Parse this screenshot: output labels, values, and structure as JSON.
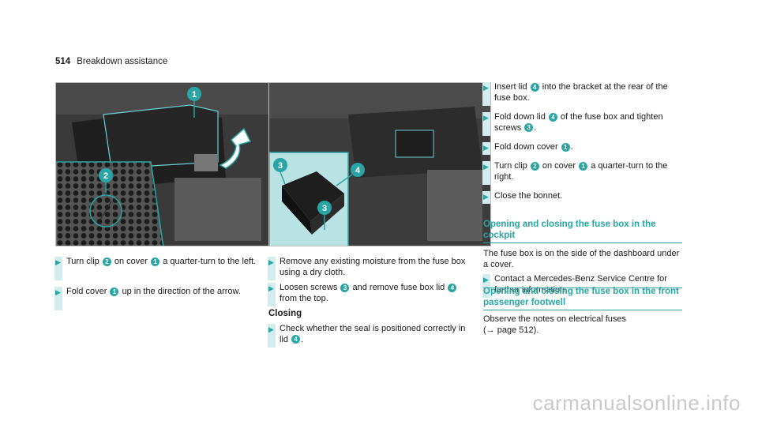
{
  "header": {
    "page_number": "514",
    "title": "Breakdown assistance"
  },
  "col1": {
    "step1": {
      "a": "Turn clip ",
      "n1": "2",
      "b": " on cover ",
      "n2": "1",
      "c": " a quarter-turn to the left."
    },
    "step2": {
      "a": "Fold cover ",
      "n1": "1",
      "b": " up in the direction of the arrow."
    }
  },
  "col2": {
    "step1": {
      "a": "Remove any existing moisture from the fuse box using a dry cloth."
    },
    "step2": {
      "a": "Loosen screws ",
      "n1": "3",
      "b": " and remove fuse box lid ",
      "n2": "4",
      "c": " from the top."
    },
    "closing_heading": "Closing",
    "step3": {
      "a": "Check whether the seal is positioned correctly in lid ",
      "n1": "4",
      "b": "."
    }
  },
  "col3": {
    "step1": {
      "a": "Insert lid ",
      "n1": "4",
      "b": " into the bracket at the rear of the fuse box."
    },
    "step2": {
      "a": "Fold down lid ",
      "n1": "4",
      "b": " of the fuse box and tighten screws ",
      "n2": "3",
      "c": "."
    },
    "step3": {
      "a": "Fold down cover ",
      "n1": "1",
      "b": "."
    },
    "step4": {
      "a": "Turn clip ",
      "n1": "2",
      "b": " on cover ",
      "n2": "1",
      "c": " a quarter-turn to the right."
    },
    "step5": {
      "a": "Close the bonnet."
    },
    "section1": {
      "heading": "Opening and closing the fuse box in the cockpit",
      "body": "The fuse box is on the side of the dashboard under a cover.",
      "step": {
        "a": "Contact a Mercedes-Benz Service Centre for further information."
      }
    },
    "section2": {
      "heading": "Opening and closing the fuse box in the front passenger footwell",
      "body_a": "Observe the notes on electrical fuses",
      "body_b": "(→ page 512)."
    }
  },
  "figure_callouts": {
    "c1": "1",
    "c2": "2",
    "c3": "3",
    "c4": "4",
    "c3b": "3"
  },
  "watermark": "carmanualsonline.info",
  "colors": {
    "accent": "#2aa5a5",
    "step_bar": "#d5ecec"
  }
}
